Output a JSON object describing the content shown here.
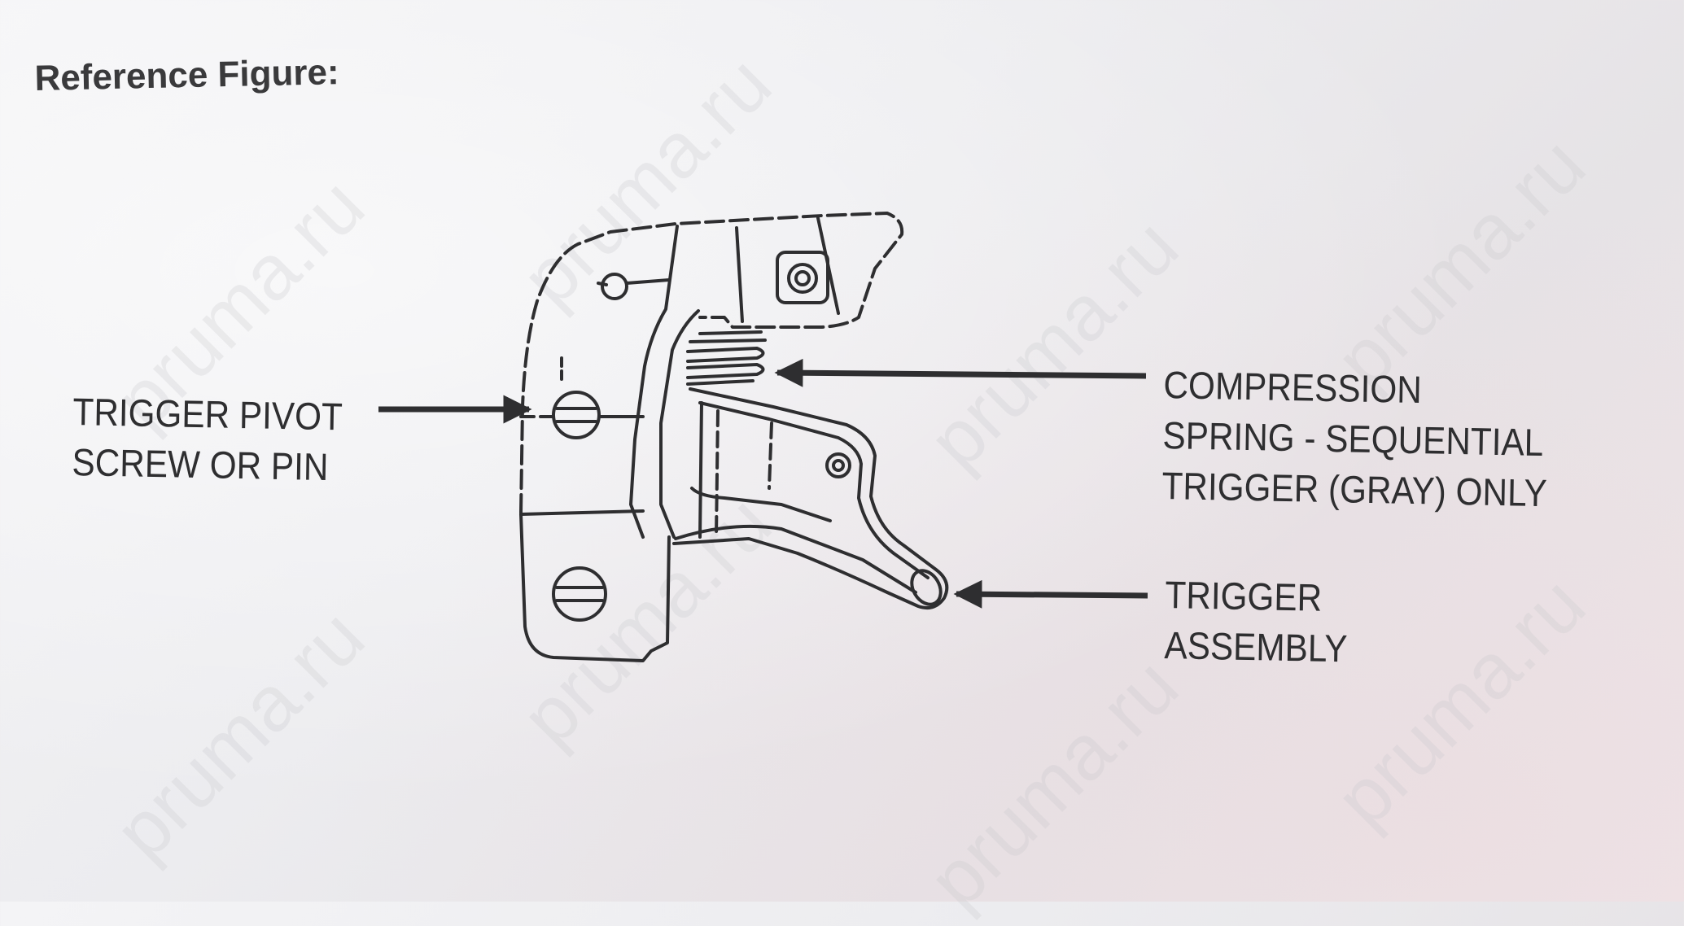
{
  "heading": "Reference Figure:",
  "callouts": {
    "pivot": {
      "line1": "TRIGGER PIVOT",
      "line2": "SCREW OR PIN"
    },
    "spring": {
      "line1": "COMPRESSION",
      "line2": "SPRING - SEQUENTIAL",
      "line3": "TRIGGER (GRAY) ONLY"
    },
    "trigger": {
      "line1": "TRIGGER",
      "line2": "ASSEMBLY"
    }
  },
  "watermark": "pruma.ru",
  "colors": {
    "ink": "#2e2e30",
    "paper": "#ececef",
    "heading": "#3a3a3c"
  },
  "icons": [
    "pivot-screw-icon",
    "arrow-right-icon",
    "arrow-left-icon"
  ]
}
